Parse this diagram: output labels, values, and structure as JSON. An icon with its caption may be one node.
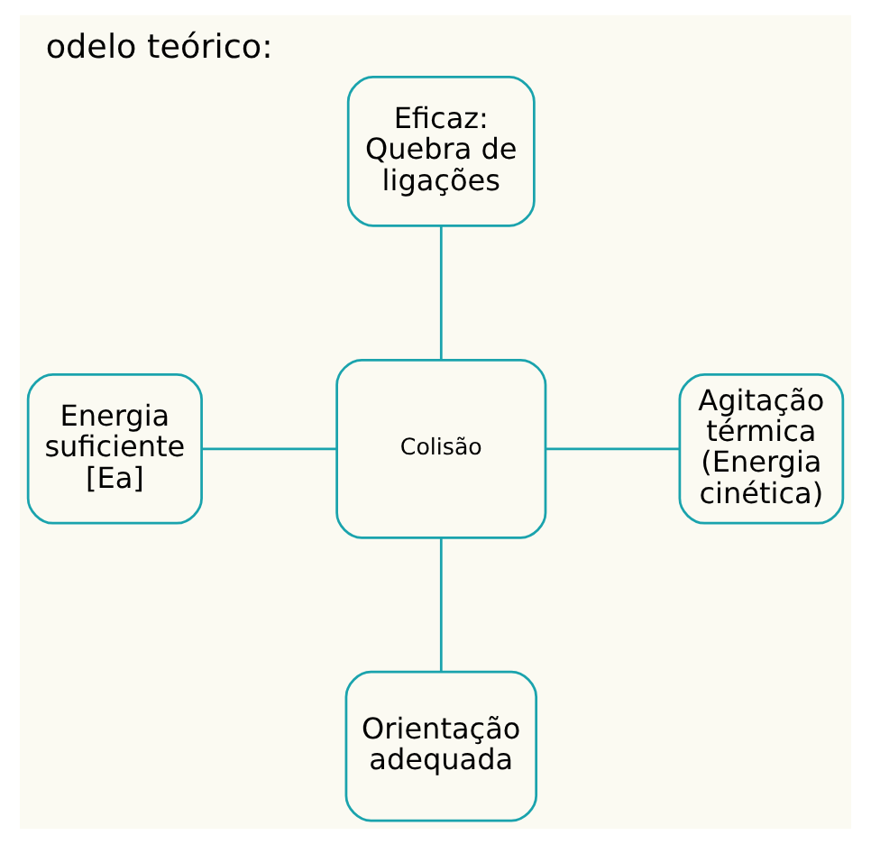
{
  "diagram": {
    "title": "odelo teórico:",
    "nodes": [
      {
        "text": [
          "Eficaz: Quebra de ligações"
        ]
      },
      {
        "text": [
          "Energia suficiente [Ea]"
        ]
      },
      {
        "text": [
          "Colisão"
        ]
      },
      {
        "text": [
          "Agitação térmica (Energia cinética)"
        ]
      },
      {
        "text": [
          "Orientação adequada"
        ]
      }
    ],
    "edges": [
      {
        "from": 2,
        "to": 0,
        "arrow": "none"
      },
      {
        "from": 1,
        "to": 2,
        "arrow": "none"
      },
      {
        "from": 2,
        "to": 3,
        "arrow": "none"
      },
      {
        "from": 2,
        "to": 4,
        "arrow": "none"
      }
    ]
  }
}
